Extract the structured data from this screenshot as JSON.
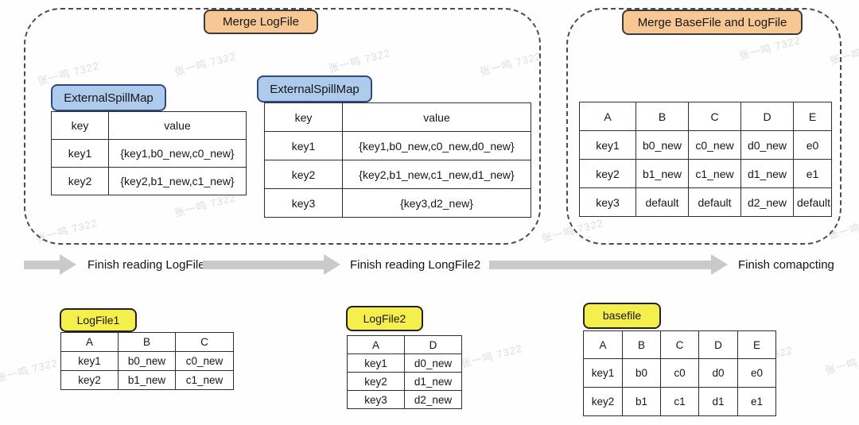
{
  "watermark": {
    "text": "张一鸣 7322"
  },
  "colors": {
    "stage_label_bg": "#f8c894",
    "spillmap_label_bg": "#aecbed",
    "file_label_bg": "#f5ef4e",
    "arrow": "#cacaca",
    "table_border": "#2e2e2e"
  },
  "stage1": {
    "title": "Merge LogFile",
    "spillmap1": {
      "label": "ExternalSpillMap",
      "columns": [
        "key",
        "value"
      ],
      "rows": [
        [
          "key1",
          "{key1,b0_new,c0_new}"
        ],
        [
          "key2",
          "{key2,b1_new,c1_new}"
        ]
      ]
    },
    "spillmap2": {
      "label": "ExternalSpillMap",
      "columns": [
        "key",
        "value"
      ],
      "rows": [
        [
          "key1",
          "{key1,b0_new,c0_new,d0_new}"
        ],
        [
          "key2",
          "{key2,b1_new,c1_new,d1_new}"
        ],
        [
          "key3",
          "{key3,d2_new}"
        ]
      ]
    }
  },
  "stage2": {
    "title": "Merge BaseFile and LogFile",
    "result_table": {
      "columns": [
        "A",
        "B",
        "C",
        "D",
        "E"
      ],
      "rows": [
        [
          "key1",
          "b0_new",
          "c0_new",
          "d0_new",
          "e0"
        ],
        [
          "key2",
          "b1_new",
          "c1_new",
          "d1_new",
          "e1"
        ],
        [
          "key3",
          "default",
          "default",
          "d2_new",
          "default"
        ]
      ]
    }
  },
  "timeline": {
    "steps": [
      "Finish reading LogFile1",
      "Finish reading LongFile2",
      "Finish comapcting"
    ]
  },
  "files": {
    "logfile1": {
      "label": "LogFile1",
      "columns": [
        "A",
        "B",
        "C"
      ],
      "rows": [
        [
          "key1",
          "b0_new",
          "c0_new"
        ],
        [
          "key2",
          "b1_new",
          "c1_new"
        ]
      ]
    },
    "logfile2": {
      "label": "LogFile2",
      "columns": [
        "A",
        "D"
      ],
      "rows": [
        [
          "key1",
          "d0_new"
        ],
        [
          "key2",
          "d1_new"
        ],
        [
          "key3",
          "d2_new"
        ]
      ]
    },
    "basefile": {
      "label": "basefile",
      "columns": [
        "A",
        "B",
        "C",
        "D",
        "E"
      ],
      "rows": [
        [
          "key1",
          "b0",
          "c0",
          "d0",
          "e0"
        ],
        [
          "key2",
          "b1",
          "c1",
          "d1",
          "e1"
        ]
      ]
    }
  }
}
